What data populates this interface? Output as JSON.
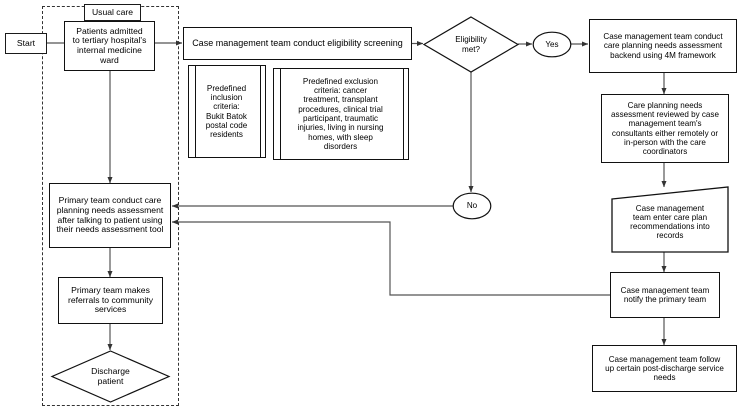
{
  "diagram": {
    "title": "Care planning needs assessment workflow flowchart",
    "stroke_color": "#111111",
    "background_color": "#ffffff",
    "group_label": "Usual care"
  },
  "nodes": {
    "start": {
      "label": "Start",
      "shape": "rectangle"
    },
    "admitted": {
      "label": "Patients admitted\nto tertiary hospital's\ninternal medicine\nward",
      "shape": "rectangle"
    },
    "screening": {
      "label": "Case management team conduct eligibility screening",
      "shape": "rectangle"
    },
    "inclusion": {
      "label": "Predefined\ninclusion\ncriteria:\nBukit Batok\npostal code\nresidents",
      "shape": "predefined-process"
    },
    "exclusion": {
      "label": "Predefined exclusion\ncriteria: cancer\ntreatment, transplant\nprocedures, clinical trial\nparticipant, traumatic\ninjuries, living in nursing\nhomes, with sleep\ndisorders",
      "shape": "predefined-process"
    },
    "eligibility": {
      "label": "Eligibility\nmet?",
      "shape": "diamond"
    },
    "yes": {
      "label": "Yes",
      "shape": "ellipse"
    },
    "no": {
      "label": "No",
      "shape": "ellipse"
    },
    "needs_assessment_4m": {
      "label": "Case management team conduct\ncare planning needs assessment\nbackend using 4M framework",
      "shape": "rectangle"
    },
    "reviewed": {
      "label": "Care planning needs\nassessment reviewed by case\nmanagement team's\nconsultants either remotely or\nin-person with the care\ncoordinators",
      "shape": "rectangle"
    },
    "enter_records": {
      "label": "Case management\nteam enter care plan\nrecommendations into\nrecords",
      "shape": "manual-input"
    },
    "notify": {
      "label": "Case management team\nnotify the primary team",
      "shape": "rectangle"
    },
    "follow_up": {
      "label": "Case management team follow\nup certain post-discharge service\nneeds",
      "shape": "rectangle"
    },
    "primary_assessment": {
      "label": "Primary team conduct care\nplanning needs assessment\nafter talking to patient using\ntheir needs assessment tool",
      "shape": "rectangle"
    },
    "referrals": {
      "label": "Primary team makes\nreferrals to community\nservices",
      "shape": "rectangle"
    },
    "discharge": {
      "label": "Discharge\npatient",
      "shape": "diamond"
    }
  },
  "edges": [
    {
      "from": "start",
      "to": "admitted",
      "label": ""
    },
    {
      "from": "admitted",
      "to": "screening",
      "label": ""
    },
    {
      "from": "admitted",
      "to": "primary_assessment",
      "label": ""
    },
    {
      "from": "screening",
      "to": "eligibility",
      "label": ""
    },
    {
      "from": "eligibility",
      "to": "yes",
      "label": "Yes"
    },
    {
      "from": "eligibility",
      "to": "no",
      "label": "No"
    },
    {
      "from": "yes",
      "to": "needs_assessment_4m",
      "label": ""
    },
    {
      "from": "no",
      "to": "primary_assessment",
      "label": ""
    },
    {
      "from": "needs_assessment_4m",
      "to": "reviewed",
      "label": ""
    },
    {
      "from": "reviewed",
      "to": "enter_records",
      "label": ""
    },
    {
      "from": "enter_records",
      "to": "notify",
      "label": ""
    },
    {
      "from": "notify",
      "to": "follow_up",
      "label": ""
    },
    {
      "from": "notify",
      "to": "primary_assessment",
      "label": ""
    },
    {
      "from": "primary_assessment",
      "to": "referrals",
      "label": ""
    },
    {
      "from": "referrals",
      "to": "discharge",
      "label": ""
    }
  ]
}
